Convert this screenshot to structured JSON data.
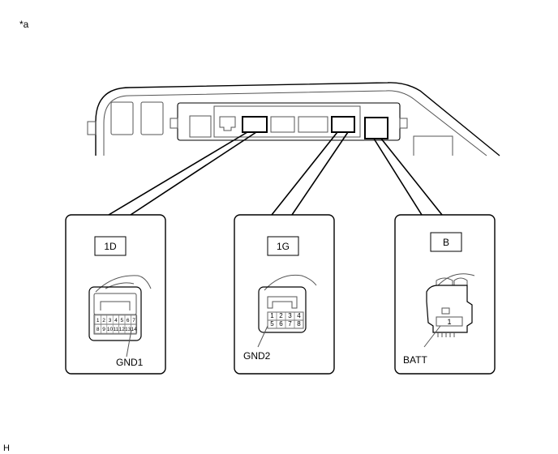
{
  "corner_marker": "*a",
  "figure_code": "H",
  "connectors": [
    {
      "id": "1D",
      "pins": [
        "1",
        "2",
        "3",
        "4",
        "5",
        "6",
        "7",
        "8",
        "9",
        "10",
        "11",
        "12",
        "13",
        "14"
      ],
      "callout": "GND1"
    },
    {
      "id": "1G",
      "pins": [
        "1",
        "2",
        "3",
        "4",
        "5",
        "6",
        "7",
        "8"
      ],
      "callout": "GND2"
    },
    {
      "id": "B",
      "pins": [
        "1"
      ],
      "callout": "BATT"
    }
  ]
}
